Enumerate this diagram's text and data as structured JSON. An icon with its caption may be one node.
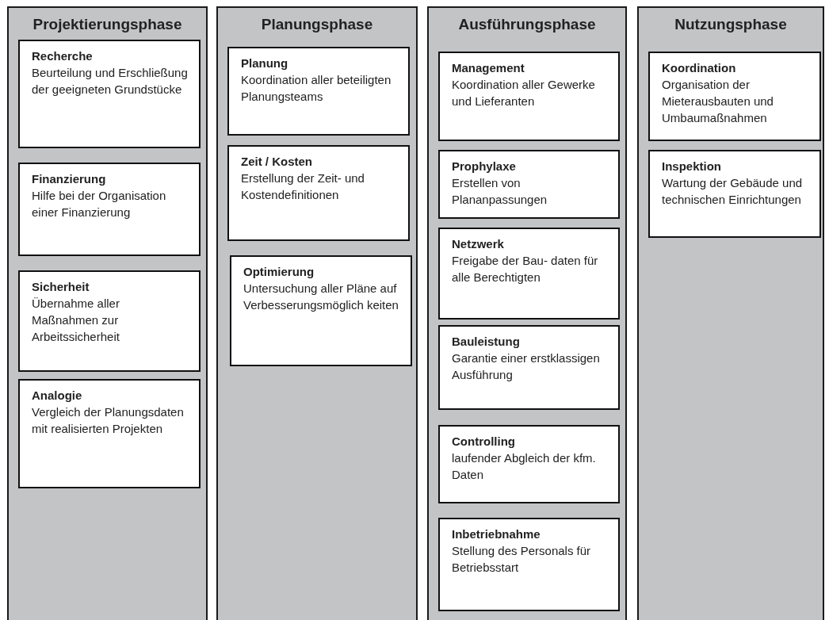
{
  "diagram": {
    "nodes": [
      {
        "text": [
          "Projektierungsphase"
        ]
      },
      {
        "text": [
          "Recherche",
          "Beurteilung und Erschließung der geeigneten Grundstücke"
        ],
        "in": 0
      },
      {
        "text": [
          "Finanzierung",
          "Hilfe bei der Organisation einer Finanzierung"
        ],
        "in": 0
      },
      {
        "text": [
          "Sicherheit",
          "Übernahme aller Maßnahmen zur Arbeitssicherheit"
        ],
        "in": 0
      },
      {
        "text": [
          "Analogie",
          "Vergleich der Planungsdaten mit realisierten Projekten"
        ],
        "in": 0
      },
      {
        "text": [
          "Planungsphase"
        ]
      },
      {
        "text": [
          "Planung",
          "Koordination aller beteiligten Planungsteams"
        ],
        "in": 5
      },
      {
        "text": [
          "Zeit / Kosten",
          "Erstellung der Zeit- und Kostendefinitionen"
        ],
        "in": 5
      },
      {
        "text": [
          "Optimierung",
          "Untersuchung aller Pläne auf Verbesserungsmöglich keiten"
        ],
        "in": 5
      },
      {
        "text": [
          "Ausführungsphase"
        ]
      },
      {
        "text": [
          "Management",
          "Koordination aller Gewerke und Lieferanten"
        ],
        "in": 9
      },
      {
        "text": [
          "Prophylaxe",
          "Erstellen von Plananpassungen"
        ],
        "in": 9
      },
      {
        "text": [
          "Netzwerk",
          "Freigabe der Bau- daten für alle Berechtigten"
        ],
        "in": 9
      },
      {
        "text": [
          "Bauleistung",
          "Garantie einer erstklassigen Ausführung"
        ],
        "in": 9
      },
      {
        "text": [
          "Controlling",
          "laufender Abgleich der kfm. Daten"
        ],
        "in": 9
      },
      {
        "text": [
          "Inbetriebnahme",
          "Stellung des Personals für Betriebsstart"
        ],
        "in": 9
      },
      {
        "text": [
          "Nutzungsphase"
        ]
      },
      {
        "text": [
          "Koordination",
          "Organisation der Mieterausbauten und Umbaumaßnahmen"
        ],
        "in": 16
      },
      {
        "text": [
          "Inspektion",
          "Wartung der Gebäude und technischen Einrichtungen"
        ],
        "in": 16
      }
    ]
  }
}
